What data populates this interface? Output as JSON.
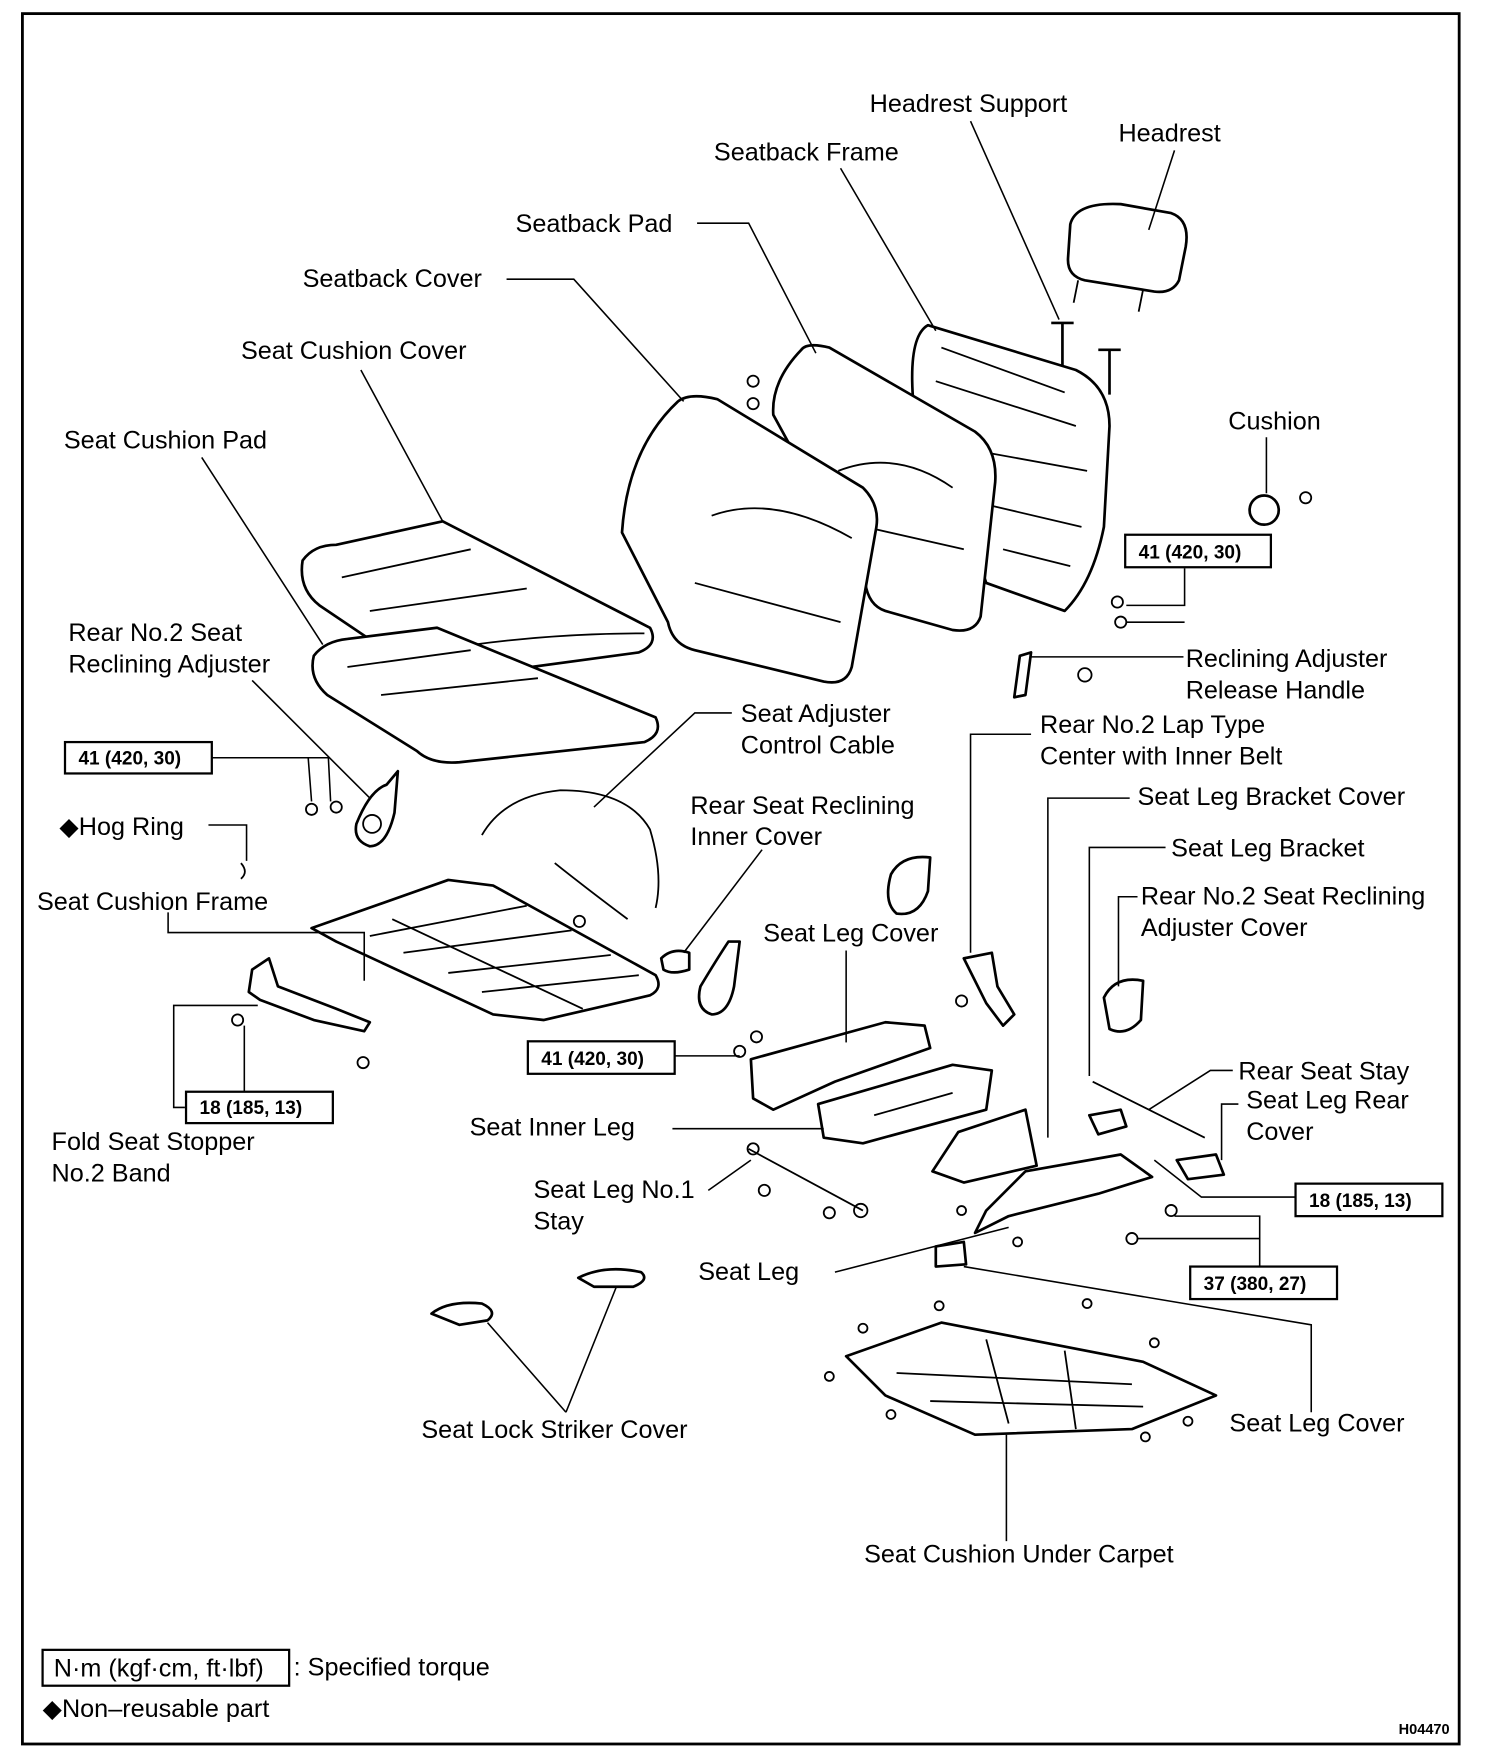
{
  "labels": {
    "headrest_support": "Headrest Support",
    "headrest": "Headrest",
    "seatback_frame": "Seatback Frame",
    "seatback_pad": "Seatback Pad",
    "seatback_cover": "Seatback Cover",
    "seat_cushion_cover": "Seat Cushion Cover",
    "seat_cushion_pad": "Seat Cushion Pad",
    "cushion": "Cushion",
    "rear_no2_adjuster_1": "Rear No.2 Seat",
    "rear_no2_adjuster_2": "Reclining Adjuster",
    "release_handle_1": "Reclining Adjuster",
    "release_handle_2": "Release Handle",
    "control_cable_1": "Seat Adjuster",
    "control_cable_2": "Control Cable",
    "lap_belt_1": "Rear No.2 Lap Type",
    "lap_belt_2": "Center with Inner Belt",
    "seat_leg_bracket_cover": "Seat Leg Bracket Cover",
    "hog_ring": "◆Hog Ring",
    "inner_cover_1": "Rear Seat Reclining",
    "inner_cover_2": "Inner Cover",
    "seat_leg_bracket": "Seat Leg Bracket",
    "seat_cushion_frame": "Seat Cushion Frame",
    "adjuster_cover_1": "Rear No.2 Seat Reclining",
    "adjuster_cover_2": "Adjuster Cover",
    "seat_leg_cover_upper": "Seat Leg Cover",
    "rear_seat_stay": "Rear Seat Stay",
    "seat_leg_rear_cover_1": "Seat Leg Rear",
    "seat_leg_rear_cover_2": "Cover",
    "seat_inner_leg": "Seat Inner Leg",
    "fold_stopper_1": "Fold Seat Stopper",
    "fold_stopper_2": "No.2 Band",
    "seat_leg_stay_1": "Seat Leg No.1",
    "seat_leg_stay_2": "Stay",
    "seat_leg": "Seat Leg",
    "striker_cover": "Seat Lock Striker Cover",
    "seat_leg_cover_lower": "Seat Leg Cover",
    "under_carpet": "Seat Cushion Under Carpet"
  },
  "torque": {
    "cushion_bolts": "41 (420, 30)",
    "adjuster_left": "41 (420, 30)",
    "adjuster_center": "41 (420, 30)",
    "fold_stopper": "18 (185, 13)",
    "seat_stay": "18 (185, 13)",
    "seat_leg": "37 (380, 27)"
  },
  "legend": {
    "torque_unit": "N·m (kgf·cm, ft·lbf)",
    "torque_text": ": Specified torque",
    "non_reusable": "◆Non–reusable part"
  },
  "figure_code": "H04470"
}
